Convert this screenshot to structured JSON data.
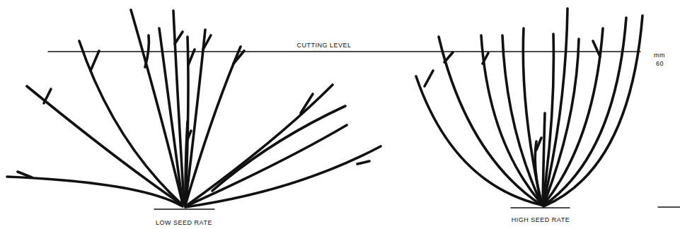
{
  "diagram": {
    "labels": [
      "CUTTING LEVEL",
      "mm",
      "60",
      "LOW SEED RATE",
      "HIGH SEED RATE"
    ]
  }
}
